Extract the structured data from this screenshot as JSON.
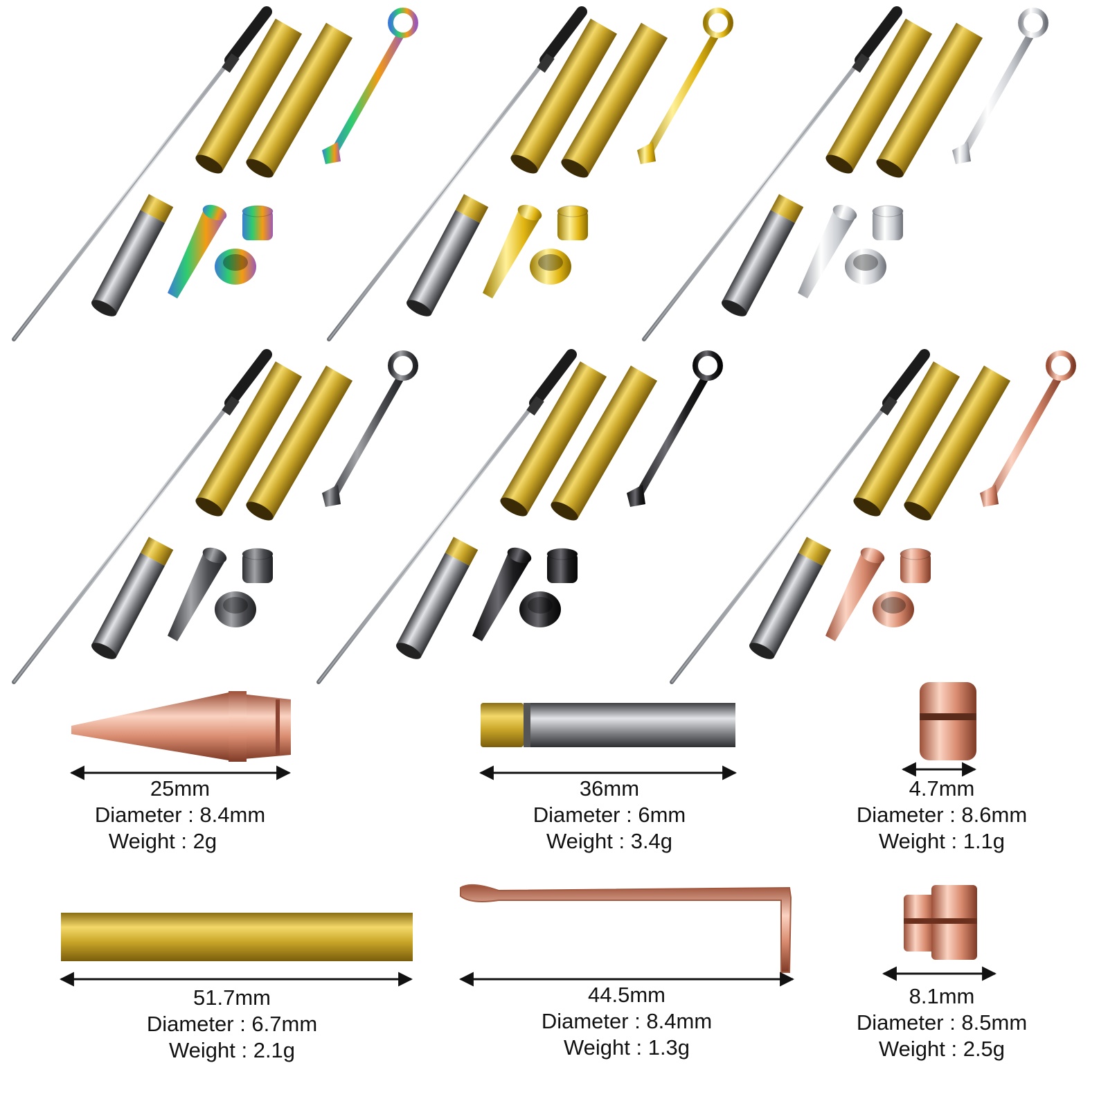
{
  "colors": {
    "brass": "#c9a628",
    "gunmetal": "#6e7074",
    "rainbow": [
      "#3a7bd5",
      "#2ecc71",
      "#f39c12",
      "#9b59b6"
    ],
    "gold": "#e2b714",
    "chrome": "#c9ccd1",
    "dark_gunmetal": "#4b4c50",
    "black": "#1e1e20",
    "rose_gold": "#d98c70",
    "refill_black": "#1b1b1b",
    "refill_steel": "#9fa3a8",
    "dimension_line": "#111111"
  },
  "kits": [
    {
      "finish": "rainbow"
    },
    {
      "finish": "gold"
    },
    {
      "finish": "chrome"
    },
    {
      "finish": "dark_gunmetal"
    },
    {
      "finish": "black"
    },
    {
      "finish": "rose_gold"
    }
  ],
  "specs": [
    {
      "part": "nib-cone",
      "length": "25mm",
      "diameter": "Diameter : 8.4mm",
      "weight": "Weight : 2g"
    },
    {
      "part": "inner-tube",
      "length": "36mm",
      "diameter": "Diameter : 6mm",
      "weight": "Weight : 3.4g"
    },
    {
      "part": "center-ring",
      "length": "4.7mm",
      "diameter": "Diameter : 8.6mm",
      "weight": "Weight : 1.1g"
    },
    {
      "part": "brass-tube",
      "length": "51.7mm",
      "diameter": "Diameter : 6.7mm",
      "weight": "Weight : 2.1g"
    },
    {
      "part": "pocket-clip",
      "length": "44.5mm",
      "diameter": "Diameter : 8.4mm",
      "weight": "Weight : 1.3g"
    },
    {
      "part": "end-cap",
      "length": "8.1mm",
      "diameter": "Diameter : 8.5mm",
      "weight": "Weight : 2.5g"
    }
  ]
}
